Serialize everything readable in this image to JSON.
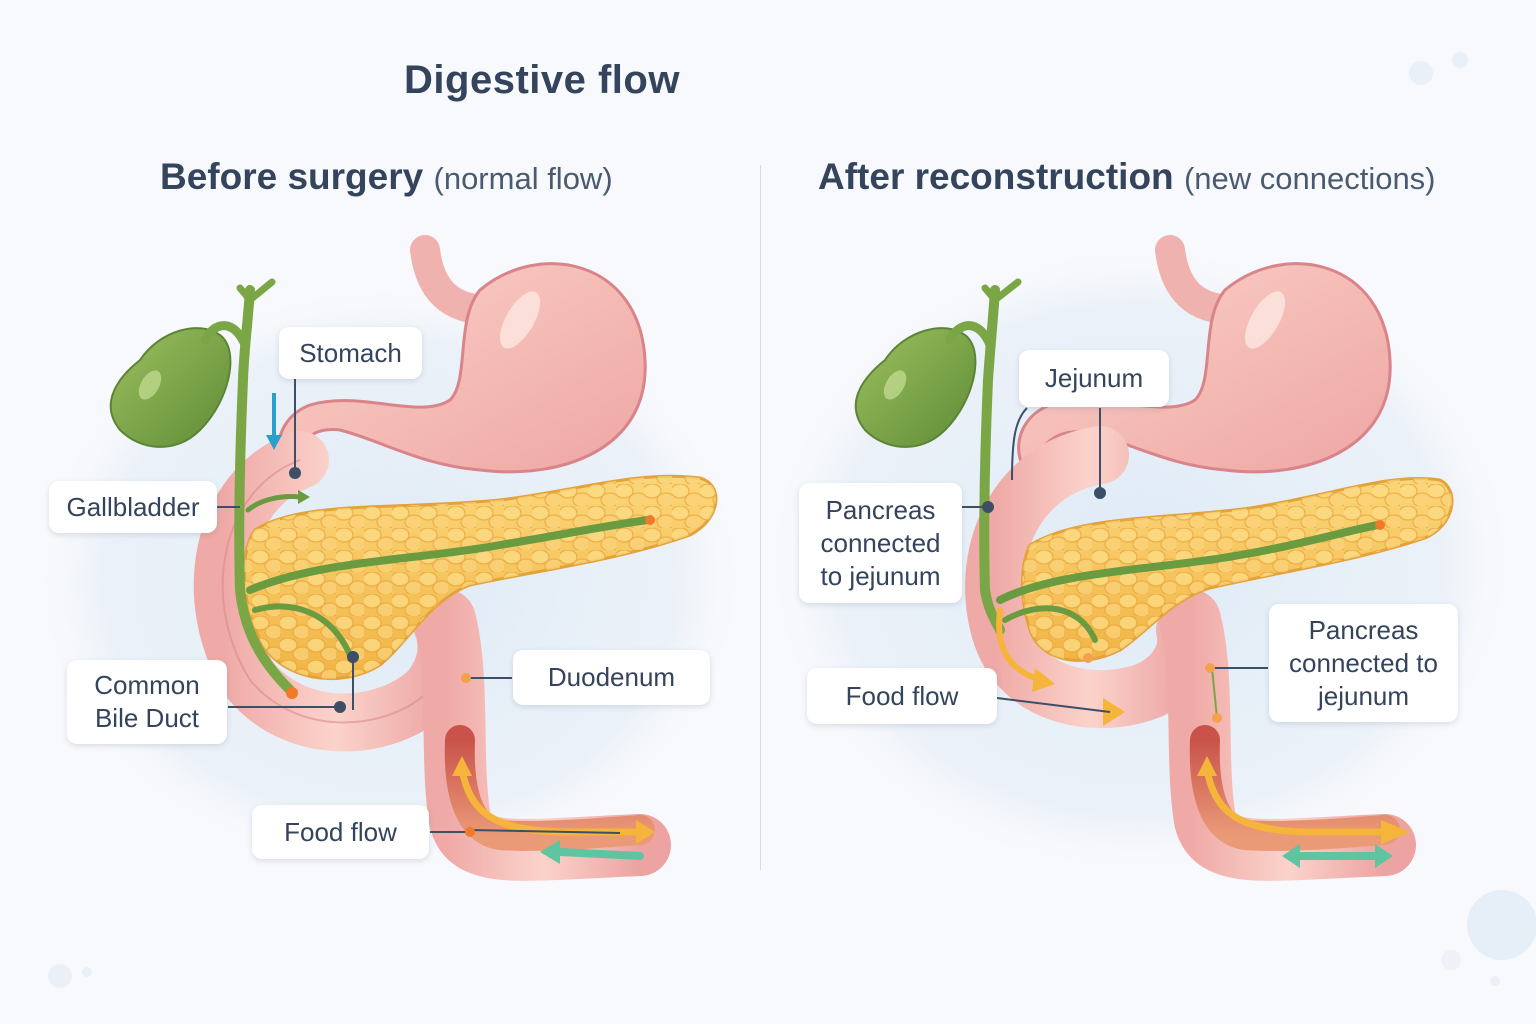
{
  "title": "Digestive flow",
  "panels": {
    "before": {
      "heading": "Before surgery",
      "subheading": "(normal flow)",
      "labels": {
        "stomach": "Stomach",
        "gallbladder": "Gallbladder",
        "common_bile_duct": "Common Bile Duct",
        "duodenum": "Duodenum",
        "food_flow": "Food flow"
      }
    },
    "after": {
      "heading": "After reconstruction",
      "subheading": "(new connections)",
      "labels": {
        "jejunum": "Jejunum",
        "pancreas_connected_left": "Pancreas connected to jejunum",
        "food_flow": "Food flow",
        "pancreas_connected_right": "Pancreas connected to jejunum"
      }
    }
  },
  "colors": {
    "text": "#34445c",
    "stomach": "#f2b3ae",
    "stomach_outline": "#d9838a",
    "pancreas": "#f6c55a",
    "pancreas_outline": "#e4a23a",
    "bile_duct": "#6f9e44",
    "gallbladder": "#7ea54a",
    "food_arrow": "#f5b43a",
    "return_arrow": "#5fc4a0",
    "down_arrow": "#2aa0cc",
    "leader_line": "#3d4f66",
    "marker_orange": "#f07a2a"
  }
}
